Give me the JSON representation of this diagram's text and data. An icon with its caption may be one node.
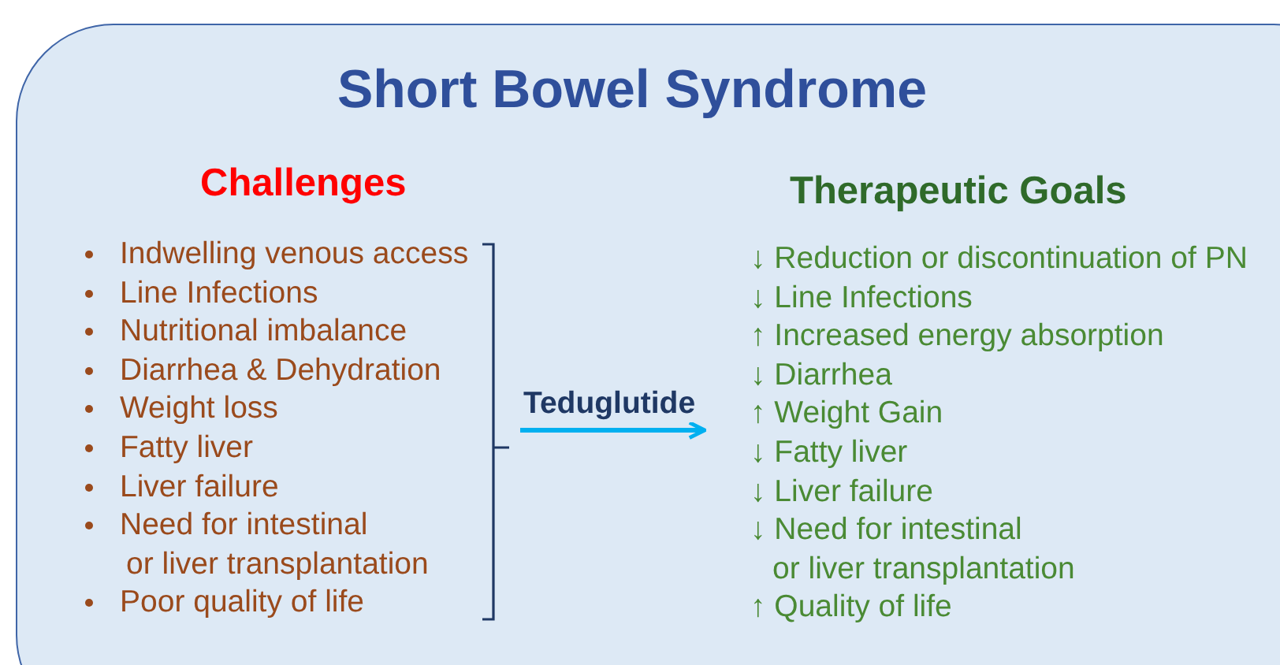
{
  "diagram": {
    "nodes": [
      {
        "text": [
          "Short Bowel Syndrome"
        ]
      },
      {
        "text": [
          "Challenges",
          "Indwelling venous access",
          "Line Infections",
          "Nutritional imbalance",
          "Diarrhea & Dehydration",
          "Weight loss",
          "Fatty liver",
          "Liver failure",
          "Need for intestinal or liver transplantation",
          "Poor quality of life"
        ],
        "in": 0
      },
      {
        "text": [
          "Therapeutic Goals",
          "↓ Reduction or discontinuation of PN",
          "↓ Line Infections",
          "↑ Increased energy absorption",
          "↓ Diarrhea",
          "↑ Weight Gain",
          "↓ Fatty liver",
          "↓ Liver failure",
          "↓ Need for intestinal or liver transplantation",
          "↑ Quality of life"
        ],
        "in": 0
      }
    ],
    "edges": [
      {
        "from": 1,
        "to": 2,
        "arrow": "to",
        "label": "Teduglutide"
      }
    ]
  }
}
